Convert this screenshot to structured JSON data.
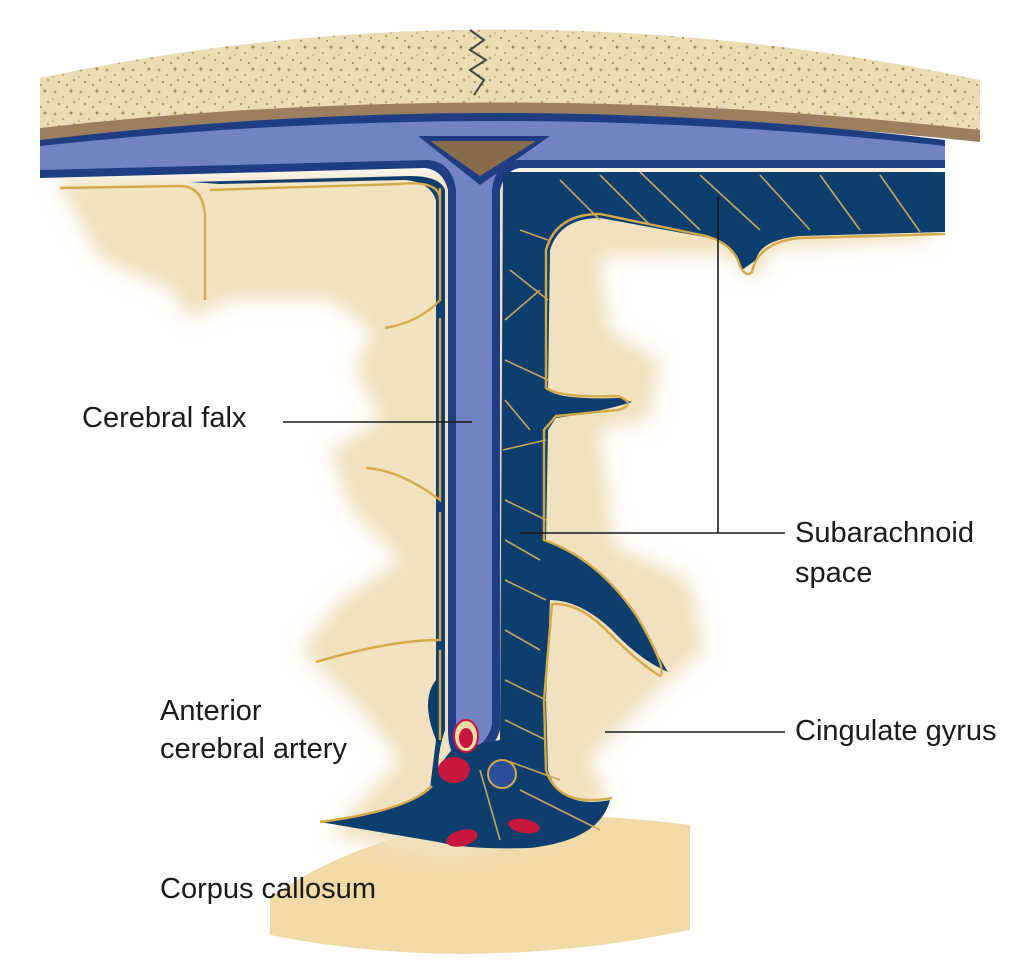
{
  "labels": {
    "cerebral_falx": "Cerebral falx",
    "subarachnoid_line1": "Subarachnoid",
    "subarachnoid_line2": "space",
    "anterior_line1": "Anterior",
    "anterior_line2": "cerebral artery",
    "cingulate_gyrus": "Cingulate gyrus",
    "corpus_callosum": "Corpus callosum"
  },
  "colors": {
    "skull": "#ecdcb4",
    "skull_speckle": "#b89a62",
    "dura": "#7283c4",
    "dura_dark": "#1e3d82",
    "sinus": "#8a6b4c",
    "subarachnoid": "#0d3e6e",
    "trabeculae": "#c7a85a",
    "brain": "#f1e1bf",
    "pia": "#d4a94a",
    "artery": "#c8173e",
    "vein": "#2d4f99"
  }
}
